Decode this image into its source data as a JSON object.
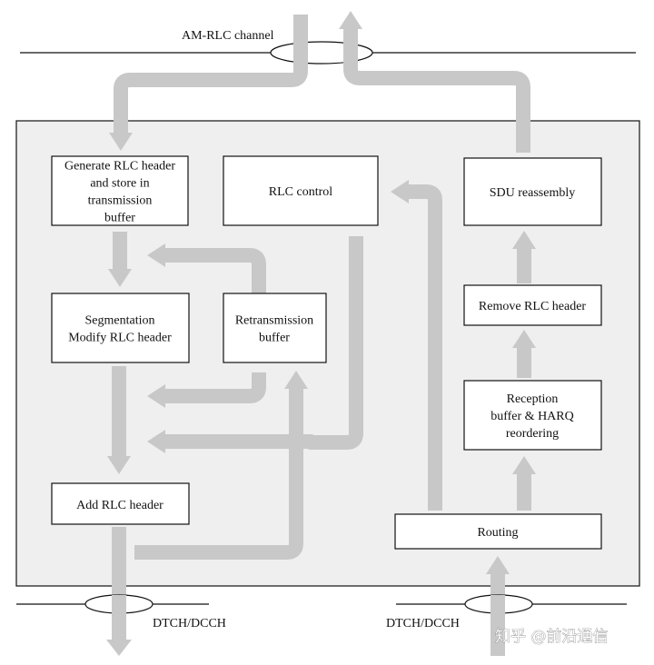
{
  "channels": {
    "top": "AM-RLC channel",
    "bottom_left": "DTCH/DCCH",
    "bottom_right": "DTCH/DCCH"
  },
  "boxes": {
    "generate_header": [
      "Generate RLC header",
      "and store in",
      "transmission",
      "buffer"
    ],
    "rlc_control": [
      "RLC control"
    ],
    "sdu_reassembly": [
      "SDU reassembly"
    ],
    "segmentation": [
      "Segmentation",
      "Modify RLC header"
    ],
    "retransmission": [
      "Retransmission",
      "buffer"
    ],
    "remove_header": [
      "Remove RLC header"
    ],
    "reception": [
      "Reception",
      "buffer & HARQ",
      "reordering"
    ],
    "add_header": [
      "Add RLC header"
    ],
    "routing": [
      "Routing"
    ]
  },
  "watermark": "知乎 @前沿通信"
}
